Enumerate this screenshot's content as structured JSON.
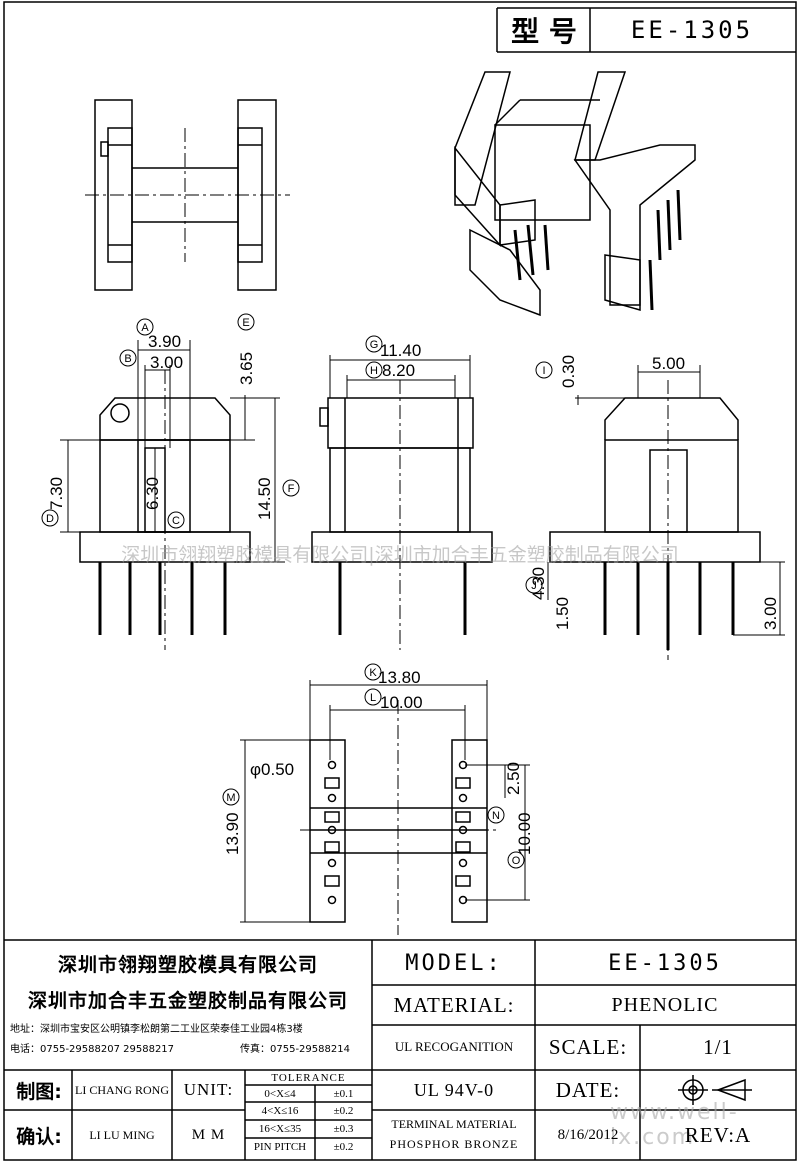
{
  "header": {
    "model_label": "型 号",
    "model_value": "EE-1305"
  },
  "dimensions": {
    "A": "3.90",
    "B": "3.00",
    "C": "6.30",
    "D": "7.30",
    "E": "3.65",
    "F": "14.50",
    "G": "11.40",
    "H": "8.20",
    "I": "0.30",
    "I_top": "5.00",
    "J": "4.30",
    "J_low": "1.50",
    "J_right": "3.00",
    "K": "13.80",
    "L": "10.00",
    "M": "13.90",
    "N": "2.50",
    "O": "10.00",
    "pin_dia": "φ0.50"
  },
  "callouts": [
    "A",
    "B",
    "C",
    "D",
    "E",
    "F",
    "G",
    "H",
    "I",
    "J",
    "K",
    "L",
    "M",
    "N",
    "O"
  ],
  "watermark": "深圳市翎翔塑胶模具有限公司|深圳市加合丰五金塑胶制品有限公司",
  "watermark_url": "www.well-lx.com",
  "title_block": {
    "company1": "深圳市翎翔塑胶模具有限公司",
    "company2": "深圳市加合丰五金塑胶制品有限公司",
    "address": "地址：深圳市宝安区公明镇李松朗第二工业区荣泰佳工业园4栋3楼",
    "phone": "电话：0755-29588207  29588217",
    "fax": "传真：0755-29588214",
    "model_label": "MODEL:",
    "model_value": "EE-1305",
    "material_label": "MATERIAL:",
    "material_value": "PHENOLIC",
    "ul_label": "UL RECOGANITION",
    "ul_value": "UL 94V-0",
    "scale_label": "SCALE:",
    "scale_value": "1/1",
    "date_label": "DATE:",
    "date_value": "8/16/2012",
    "rev_label": "REV:A",
    "terminal_label1": "TERMINAL MATERIAL",
    "terminal_label2": "PHOSPHOR  BRONZE",
    "drawn_label": "制图:",
    "drawn_name": "LI CHANG RONG",
    "check_label": "确认:",
    "check_name": "LI LU MING",
    "unit_label": "UNIT:",
    "unit_value": "M M",
    "tolerance_title": "TOLERANCE",
    "tol_rows": [
      {
        "range": "0<X≤4",
        "value": "±0.1"
      },
      {
        "range": "4<X≤16",
        "value": "±0.2"
      },
      {
        "range": "16<X≤35",
        "value": "±0.3"
      },
      {
        "range": "PIN PITCH",
        "value": "±0.2"
      }
    ]
  }
}
